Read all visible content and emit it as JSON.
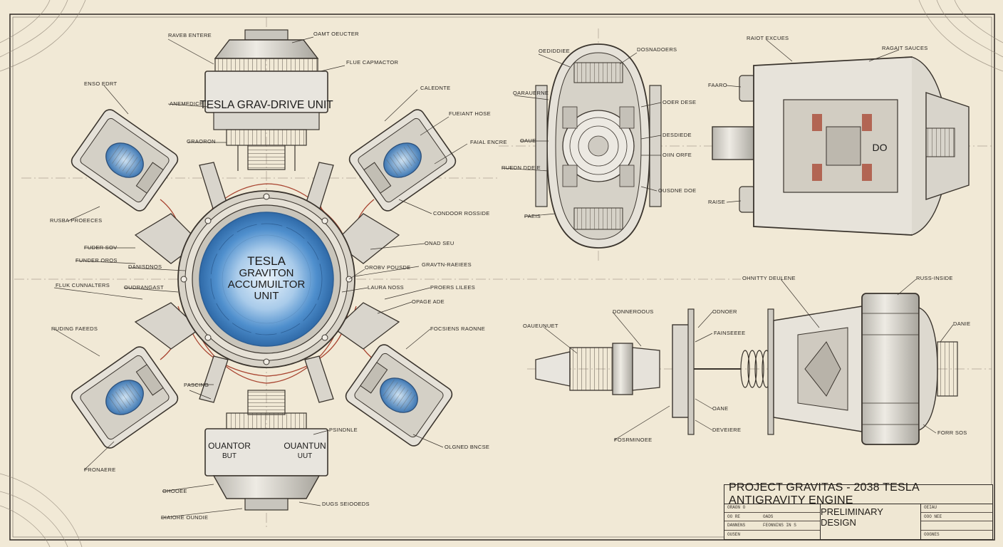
{
  "sheet": {
    "title": "PROJECT GRAVITAS - 2038 TESLA ANTIGRAVITY ENGINE",
    "subtitle": "PRELIMINARY DESIGN"
  },
  "main_assembly": {
    "top_unit_label": "TESLA GRAV-DRIVE UNIT",
    "core_label_line1": "TESLA",
    "core_label_line2": "GRAVITON",
    "core_label_line3": "ACCUMUILTOR",
    "core_label_line4": "UNIT",
    "bottom_left_label_line1": "OUANTOR",
    "bottom_left_label_line2": "BUT",
    "bottom_right_label_line1": "OUANTUN",
    "bottom_right_label_line2": "UUT"
  },
  "side_view": {
    "housing_marking": "DO"
  },
  "callouts": {
    "main": [
      "RAVEB ENTERE",
      "OAMT OEUCTER",
      "FLUE CAPMACTOR",
      "ENSO EDRT",
      "ANEMEDICE",
      "CALEDNTE",
      "GRAORON",
      "FUEIANT HOSE",
      "FAIAL ENCRE",
      "RUSBA PROEECES",
      "CONDOOR ROSSIDE",
      "FUDER SOV",
      "FUNDER OROS",
      "ONAD SEU",
      "DANISDNOS",
      "GRAVTN-RAEIEES",
      "OROBV POUSDE",
      "FLUK CUNNALTERS",
      "OUDRANGAST",
      "LAURA NOSS",
      "PROERS LILEES",
      "OPAGE ADE",
      "RUDING FAEEDS",
      "FOCSIENS RAONNE",
      "PASCING",
      "PSINDNLE",
      "OLGNED BNCSE",
      "PRONAERE",
      "OHOOEE",
      "DIAIORE OUNDIE",
      "DUGS SEIOOEDS"
    ],
    "front_view": [
      "OEDIDDIEE",
      "DOSNADOERS",
      "OARAUERNE",
      "OOER DESE",
      "OAUE",
      "DESDIEDE",
      "OIIN ORFE",
      "RUEDN DDEIE",
      "OUSDNE DOE",
      "PAEIS"
    ],
    "side_view": [
      "RAIOT EXCUES",
      "RAGAIT SAUCES",
      "FAARO",
      "RAISE"
    ],
    "exploded_view": [
      "OAUEUNUET",
      "DONNEROOUS",
      "ODNOER",
      "OHNITTY DEULENE",
      "RUSS-INSIDE",
      "FAINSEEEE",
      "OANE",
      "DEVEIERE",
      "FOSRMINOEE",
      "DANIE",
      "FORR SOS"
    ]
  },
  "title_block": {
    "rows": [
      "ORAON O",
      "OO RE",
      "DANNENS",
      "OUSEN"
    ],
    "rows2": [
      "",
      "OADS",
      "FEONNINS IN S",
      ""
    ],
    "right_rows": [
      "OEIAU",
      "OOO NEE",
      "",
      "OOGNES"
    ]
  },
  "colors": {
    "paper": "#f1e9d6",
    "ink": "#3a342d",
    "wire": "#a8432f",
    "core_blue": "#4d8fcf"
  }
}
